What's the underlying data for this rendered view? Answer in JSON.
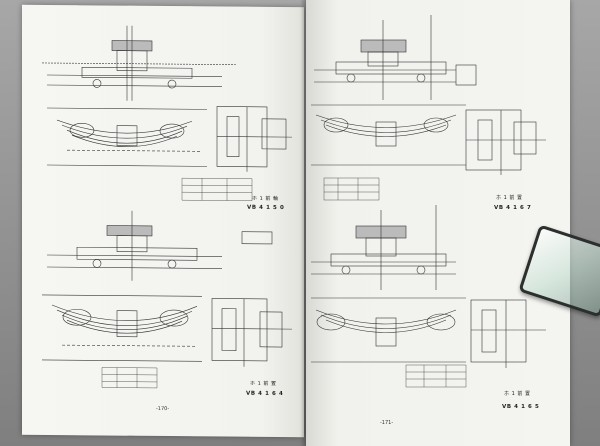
{
  "pages": {
    "left": {
      "figures": [
        {
          "caption": "ホ 1 前 軸",
          "code": "VB 4 1 5 0"
        },
        {
          "caption": "ホ 1 前 置",
          "code": "VB 4 1 6 4"
        }
      ],
      "page_number": "-170-"
    },
    "right": {
      "figures": [
        {
          "caption": "ホ 1 前 置",
          "code": "VB 4 1 6 7"
        },
        {
          "caption": "ホ 1 前 置",
          "code": "VB 4 1 6 5"
        }
      ],
      "page_number": "-171-"
    }
  },
  "colors": {
    "paper": "#f4f4f1",
    "ink": "#333333",
    "table": "#9c9c9c"
  }
}
